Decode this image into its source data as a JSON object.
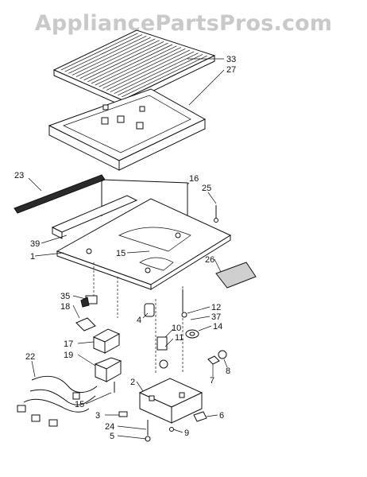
{
  "watermark": "AppliancePartsPros.com",
  "callouts": {
    "c33": "33",
    "c27": "27",
    "c23": "23",
    "c16": "16",
    "c25": "25",
    "c39": "39",
    "c1": "1",
    "c15a": "15",
    "c26": "26",
    "c35": "35",
    "c18": "18",
    "c12": "12",
    "c37": "37",
    "c14": "14",
    "c4": "4",
    "c10": "10",
    "c11": "11",
    "c17": "17",
    "c19": "19",
    "c8": "8",
    "c22": "22",
    "c7": "7",
    "c2": "2",
    "c15b": "15",
    "c6": "6",
    "c3": "3",
    "c24": "24",
    "c9": "9",
    "c5": "5"
  }
}
